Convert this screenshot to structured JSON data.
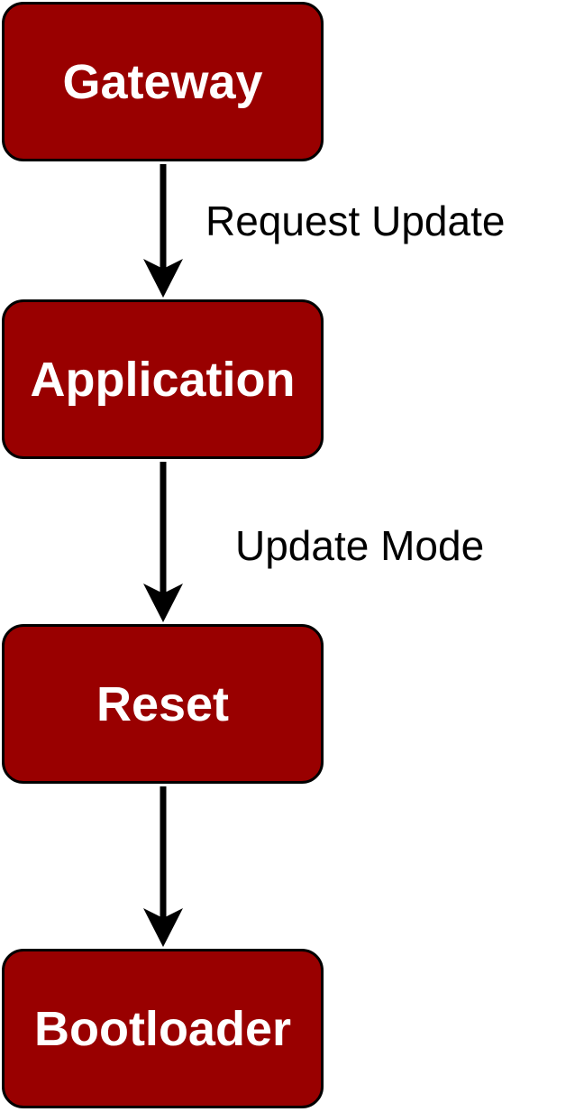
{
  "colors": {
    "node_fill": "#990000",
    "node_border": "#000000",
    "node_text": "#ffffff",
    "edge": "#000000",
    "edge_label": "#000000"
  },
  "nodes": [
    {
      "id": "gateway",
      "label": "Gateway"
    },
    {
      "id": "application",
      "label": "Application"
    },
    {
      "id": "reset",
      "label": "Reset"
    },
    {
      "id": "bootloader",
      "label": "Bootloader"
    }
  ],
  "edges": [
    {
      "from": "gateway",
      "to": "application",
      "label": "Request Update"
    },
    {
      "from": "application",
      "to": "reset",
      "label": "Update Mode"
    },
    {
      "from": "reset",
      "to": "bootloader",
      "label": ""
    }
  ]
}
